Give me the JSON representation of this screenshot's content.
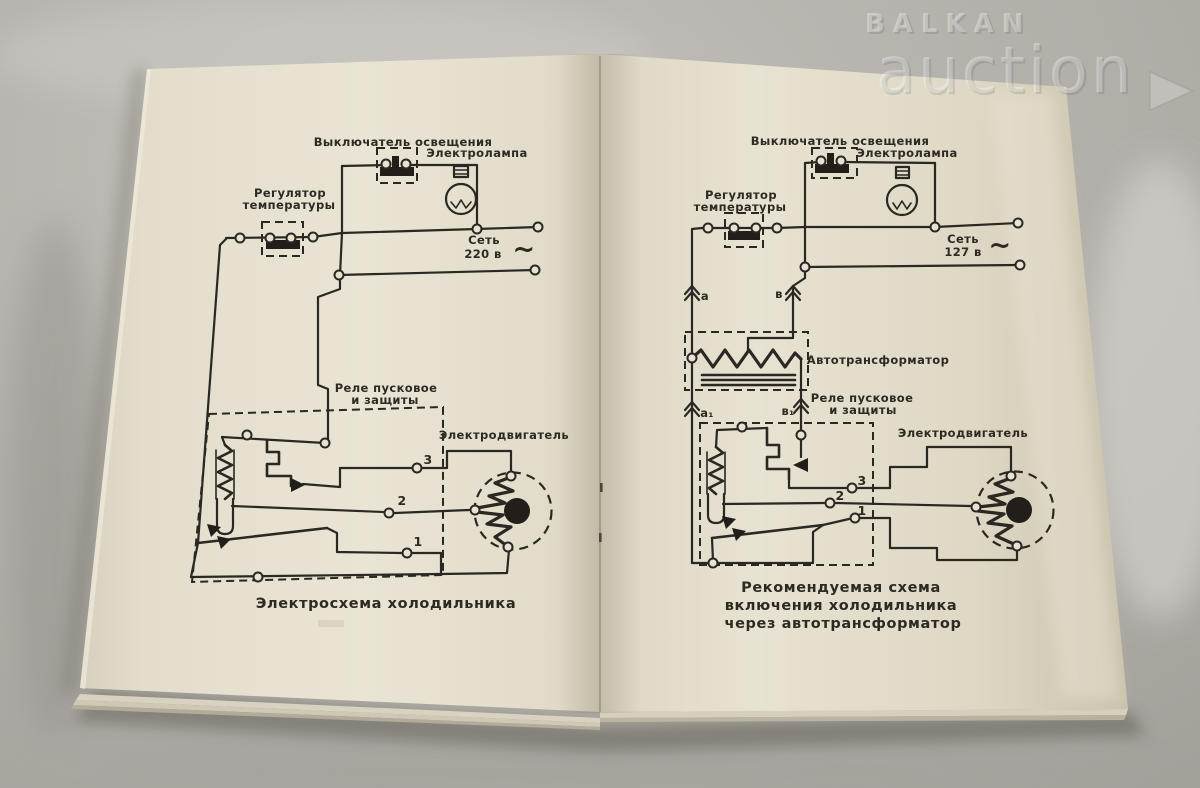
{
  "watermark": {
    "brand": "BALKAN",
    "word": "auction"
  },
  "left_page": {
    "diagram": {
      "light_switch": "Выключатель освещения",
      "lamp": "Электролампа",
      "regulator_line1": "Регулятор",
      "regulator_line2": "температуры",
      "mains_word": "Сеть",
      "mains_voltage": "220 в",
      "ac_symbol": "~",
      "relay_line1": "Реле пусковое",
      "relay_line2": "и защиты",
      "motor": "Электродвигатель",
      "terminal_3": "3",
      "terminal_2": "2",
      "terminal_1": "1",
      "caption": "Электросхема холодильника"
    }
  },
  "right_page": {
    "diagram": {
      "light_switch": "Выключатель освещения",
      "lamp": "Электролампа",
      "regulator_line1": "Регулятор",
      "regulator_line2": "температуры",
      "mains_word": "Сеть",
      "mains_voltage": "127 в",
      "ac_symbol": "~",
      "autotransformer": "Автотрансформатор",
      "relay_line1": "Реле пусковое",
      "relay_line2": "и защиты",
      "motor": "Электродвигатель",
      "terminal_3": "3",
      "terminal_2": "2",
      "terminal_1": "1",
      "tap_a": "а",
      "tap_b": "в",
      "tap_a1": "а₁",
      "tap_b1": "в₁",
      "caption_line1": "Рекомендуемая схема",
      "caption_line2": "включения холодильника",
      "caption_line3": "через автотрансформатор"
    }
  },
  "colors": {
    "background": "#b3b0aa",
    "page": "#e7e2d2",
    "ink": "#2b2722",
    "watermark": "rgba(255,255,255,0.33)"
  }
}
